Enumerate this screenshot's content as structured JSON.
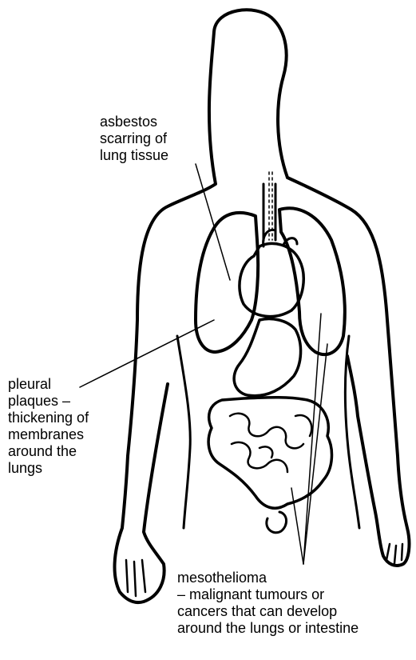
{
  "diagram": {
    "labels": {
      "asbestos_scarring": [
        "asbestos",
        "scarring of",
        "lung tissue"
      ],
      "pleural_plaques": [
        "pleural",
        "plaques –",
        "thickening of",
        "membranes",
        "around the",
        "lungs"
      ],
      "mesothelioma": [
        "mesothelioma",
        "– malignant tumours or",
        "cancers that can develop",
        "around the lungs or intestine"
      ]
    },
    "colors": {
      "ink": "#000000",
      "background": "#ffffff"
    }
  }
}
